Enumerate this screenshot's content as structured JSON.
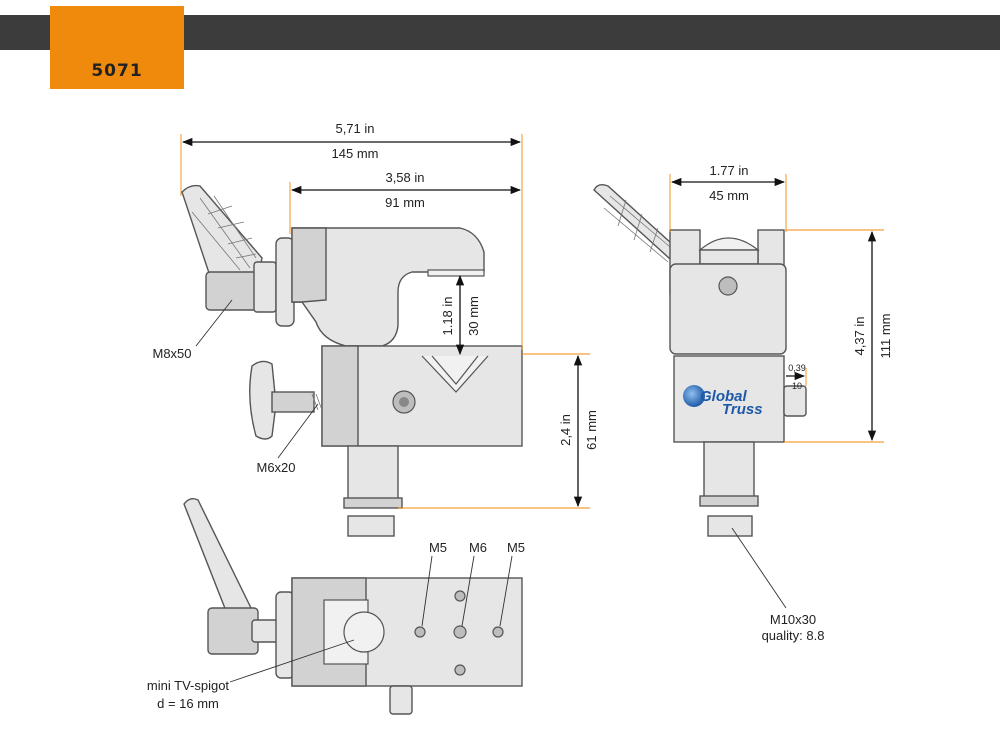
{
  "header": {
    "code": "5071"
  },
  "colors": {
    "bar": "#3c3c3c",
    "accent": "#ef8a0c",
    "logo_blue": "#1f5aa8"
  },
  "dimensions": {
    "total_width_in": "5,71 in",
    "total_width_mm": "145 mm",
    "jaw_width_in": "3,58 in",
    "jaw_width_mm": "91 mm",
    "jaw_opening_in": "1.18 in",
    "jaw_opening_mm": "30 mm",
    "body_height_in": "2,4 in",
    "body_height_mm": "61 mm",
    "side_width_in": "1.77 in",
    "side_width_mm": "45 mm",
    "side_height_in": "4,37 in",
    "side_height_mm": "111 mm",
    "pin_in": "0,39",
    "pin_mm": "10"
  },
  "callouts": {
    "lever_screw": "M8x50",
    "knob_screw": "M6x20",
    "bolt_line1": "M10x30",
    "bolt_line2": "quality: 8.8",
    "spigot_line1": "mini TV-spigot",
    "spigot_line2": "d = 16 mm",
    "hole_m5_left": "M5",
    "hole_m6": "M6",
    "hole_m5_right": "M5"
  },
  "logo": {
    "line1": "Global",
    "line2": "Truss"
  }
}
